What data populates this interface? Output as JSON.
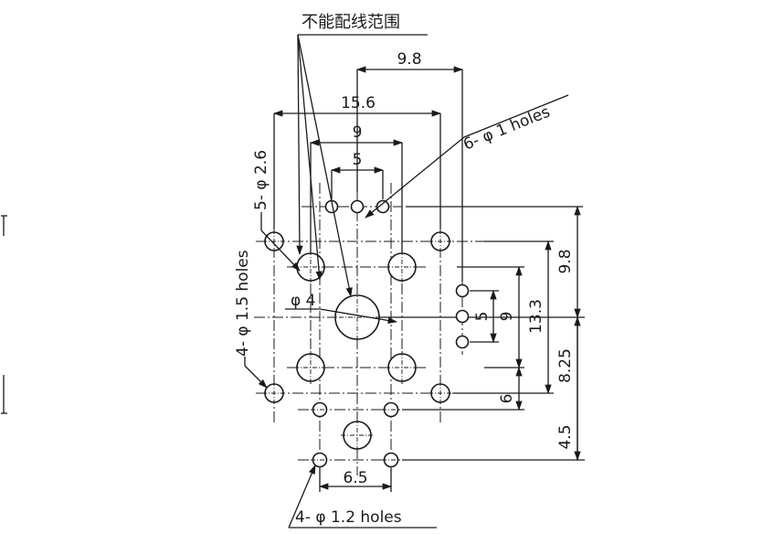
{
  "title": "不能配线范围",
  "colors": {
    "line": "#1a1a1a",
    "background": "#ffffff"
  },
  "labels": {
    "holes_6_phi1": "6- φ 1 holes",
    "holes_5_phi26": "5- φ 2.6",
    "holes_4_phi15": "4- φ 1.5 holes",
    "hole_phi4": "φ 4",
    "holes_4_phi12": "4- φ 1.2 holes"
  },
  "dimensions": {
    "top_9_8": "9.8",
    "top_15_6": "15.6",
    "top_9": "9",
    "top_5": "5",
    "right_9_8": "9.8",
    "right_13_3": "13.3",
    "right_8_25": "8.25",
    "right_5": "5",
    "right_9": "9",
    "right_6": "6",
    "right_4_5": "4.5",
    "bottom_6_5": "6.5"
  }
}
